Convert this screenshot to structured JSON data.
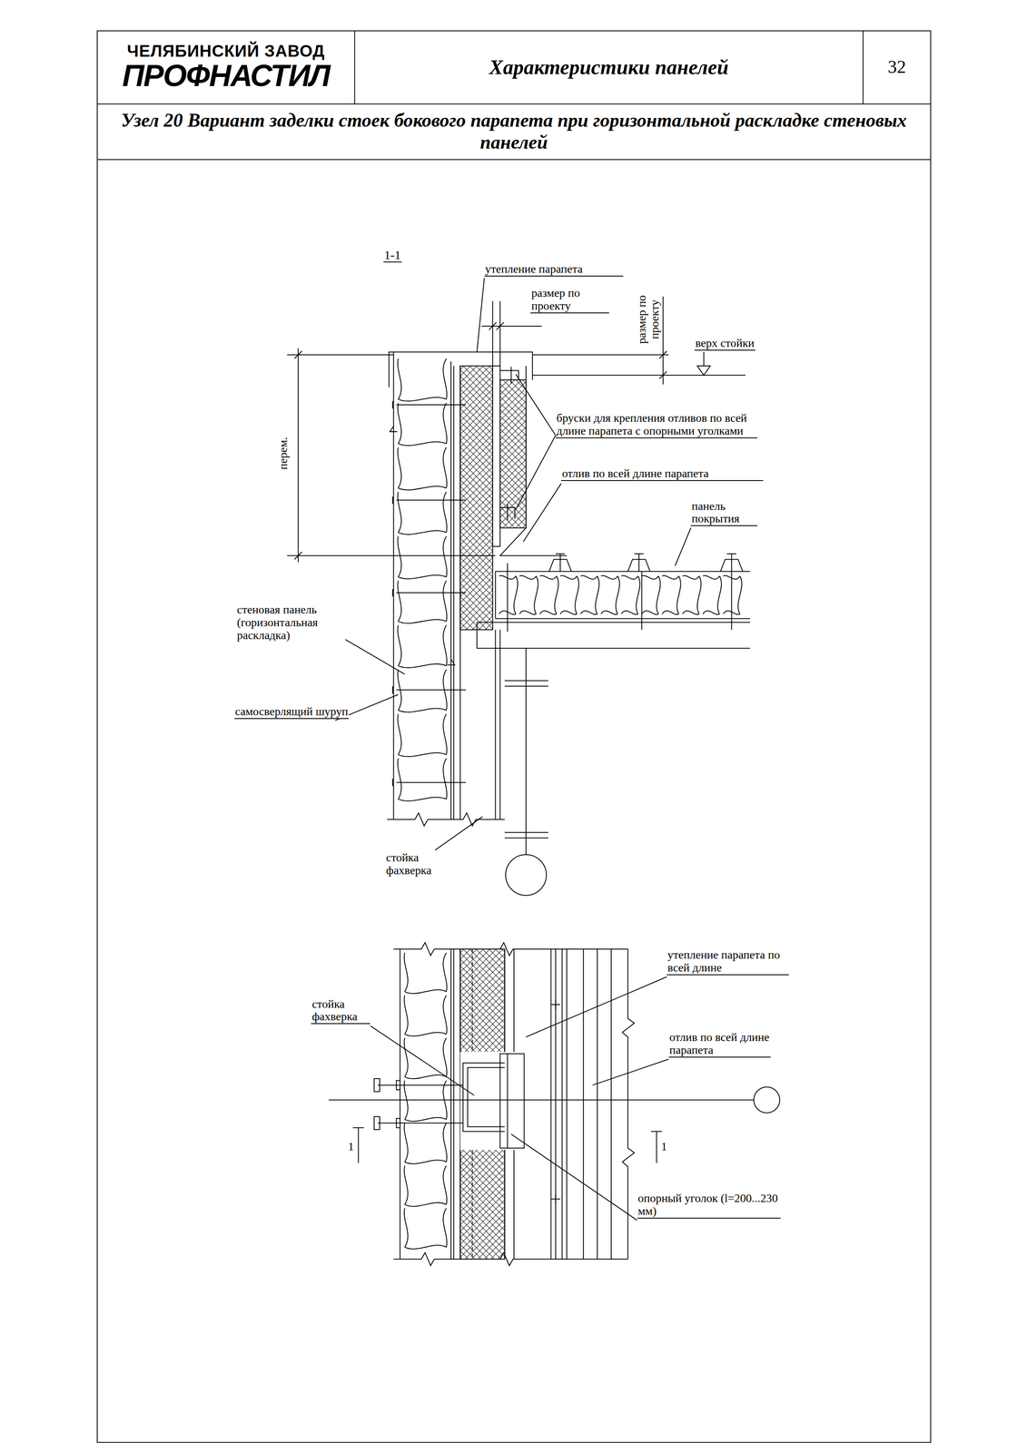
{
  "diagram": {
    "title": "Узел 20 Вариант заделки стоек бокового парапета при горизонтальной раскладке стеновых панелей",
    "nodes": [
      {
        "text": [
          "ЧЕЛЯБИНСКИЙ ЗАВОД",
          "ПРОФНАСТИЛ"
        ]
      },
      {
        "text": [
          "Характеристики панелей"
        ]
      },
      {
        "text": [
          "32"
        ]
      }
    ],
    "labels": [
      "1-1",
      "утепление парапета",
      "размер по проекту",
      "размер по проекту",
      "верх стойки",
      "перем.",
      "бруски для крепления отливов по всей длине парапета с опорными уголками",
      "отлив по всей длине парапета",
      "панель покрытия",
      "стеновая панель (горизонтальная раскладка)",
      "самосверлящий шуруп",
      "стойка фахверка",
      "утепление парапета по всей длине",
      "стойка фахверка",
      "отлив по всей длине парапета",
      "1",
      "1",
      "опорный уголок (l=200...230 мм)"
    ]
  }
}
